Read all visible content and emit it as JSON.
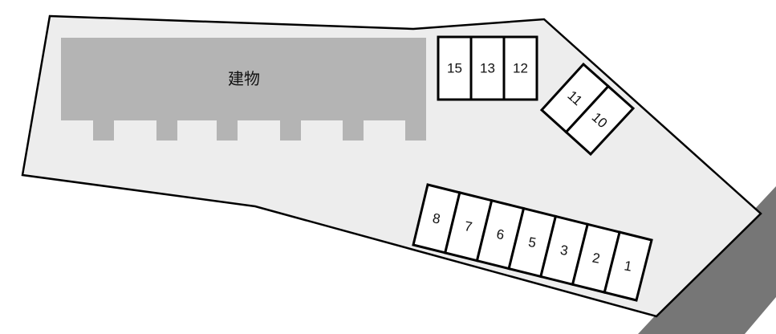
{
  "building": {
    "label": "建物"
  },
  "top_row": [
    "15",
    "13",
    "12"
  ],
  "angled_pair": [
    "11",
    "10"
  ],
  "bottom_row": [
    "8",
    "7",
    "6",
    "5",
    "3",
    "2",
    "1"
  ],
  "colors": {
    "lot": "#ededed",
    "building": "#b4b4b4",
    "road": "#767676",
    "slot": "#ffffff",
    "outline": "#000000"
  }
}
